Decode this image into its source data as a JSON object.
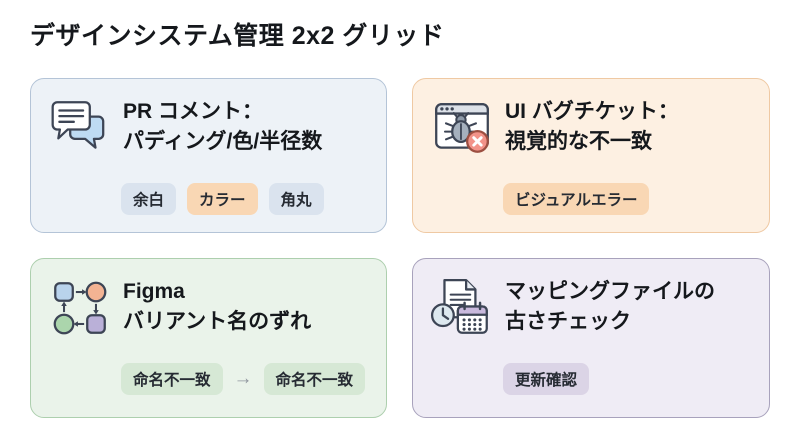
{
  "page": {
    "title": "デザインシステム管理 2x2 グリッド"
  },
  "palette": {
    "card_blue_bg": "#edf2f7",
    "card_blue_border": "#b4c4d7",
    "card_orange_bg": "#fdf0e2",
    "card_orange_border": "#efc9a3",
    "card_green_bg": "#eaf3ea",
    "card_green_border": "#adcfae",
    "card_purple_bg": "#efecf5",
    "card_purple_border": "#a8a2bc",
    "chip_blue_bg": "#dae3ee",
    "chip_orange_bg": "#f9d7b4",
    "chip_green_bg": "#d6e8d5",
    "chip_purple_bg": "#dbd4e6",
    "text": "#15181c",
    "icon_outline": "#3d4555",
    "arrow_gray": "#8f959e",
    "error_red_fill": "#f29389",
    "bug_gray": "#a5b0bd",
    "flow_blue": "#b9d3ec",
    "flow_orange": "#f3b393",
    "flow_green": "#abd5ac",
    "flow_purple": "#bab0d8",
    "calendar_header": "#c9b9dd",
    "chat_blue": "#bedbf3"
  },
  "cards": [
    {
      "id": "pr-comments",
      "icon": "chat-bubbles-icon",
      "title_lines": [
        "PR コメント：",
        "パディング/色/半径数"
      ],
      "chips": [
        {
          "label": "余白"
        },
        {
          "label": "カラー"
        },
        {
          "label": "角丸"
        }
      ]
    },
    {
      "id": "ui-bug-ticket",
      "icon": "browser-bug-error-icon",
      "title_lines": [
        "UI バグチケット：",
        "視覚的な不一致"
      ],
      "chips": [
        {
          "label": "ビジュアルエラー"
        }
      ]
    },
    {
      "id": "figma-variant-mismatch",
      "icon": "variant-flow-icon",
      "title_lines": [
        "Figma",
        "バリアント名のずれ"
      ],
      "chips": [
        {
          "label": "命名不一致"
        },
        {
          "label": "命名不一致"
        }
      ],
      "arrow": "→"
    },
    {
      "id": "mapping-file-age",
      "icon": "file-age-check-icon",
      "title_lines": [
        "マッピングファイルの",
        "古さチェック"
      ],
      "chips": [
        {
          "label": "更新確認"
        }
      ]
    }
  ]
}
